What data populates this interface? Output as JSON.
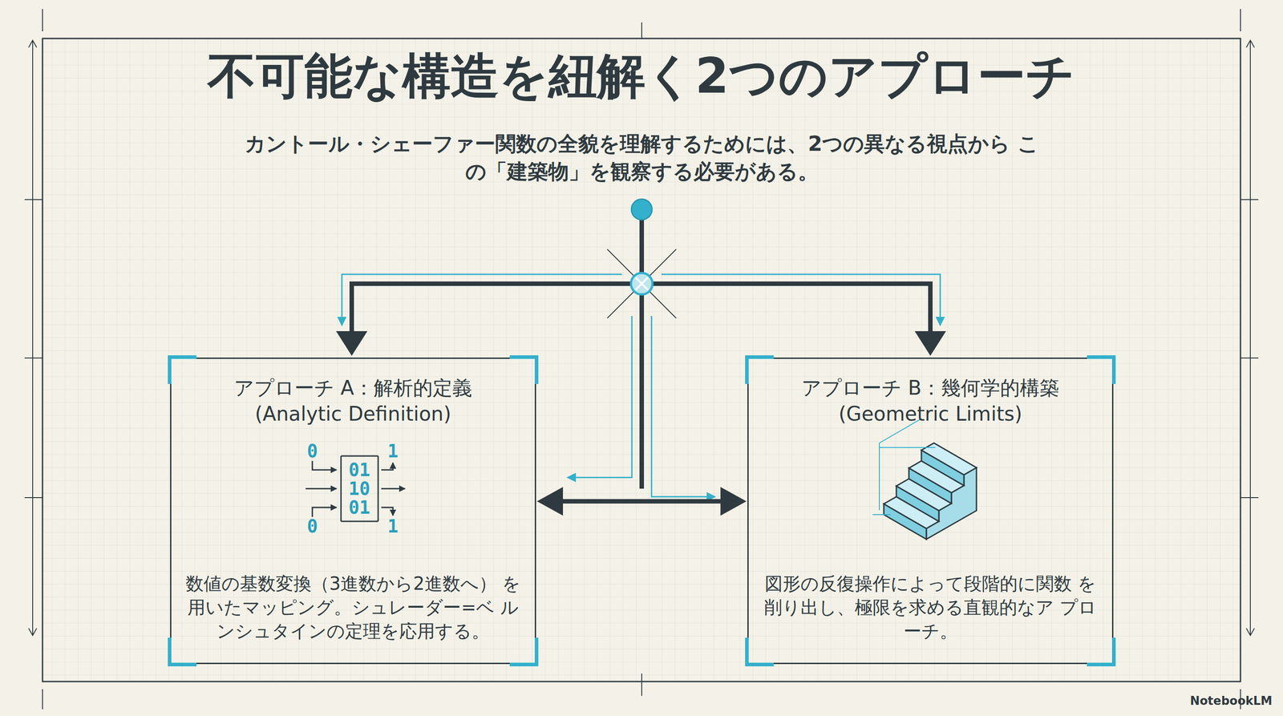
{
  "diagram": {
    "title": "不可能な構造を紐解く2つのアプローチ",
    "nodes": [
      {
        "text": [
          "アプローチ A：解析的定義",
          "(Analytic Definition)",
          "数値の基数変換（3進数から2進数へ） を用いたマッピング。シュレーダー=ベ ルンシュタインの定理を応用する。"
        ]
      },
      {
        "text": [
          "アプローチ B：幾何学的構築",
          "(Geometric Limits)",
          "図形の反復操作によって段階的に関数 を削り出し、極限を求める直観的なア プローチ。"
        ]
      }
    ],
    "edges": [
      {
        "from": 0,
        "to": 1,
        "arrow": "both"
      }
    ],
    "labels": [
      "カントール・シェーファー関数の全貌を理解するためには、2つの異なる視点から この「建築物」を観察する必要がある。",
      "0",
      "1",
      "01",
      "10",
      "01",
      "0",
      "1",
      "NotebookLM"
    ]
  }
}
